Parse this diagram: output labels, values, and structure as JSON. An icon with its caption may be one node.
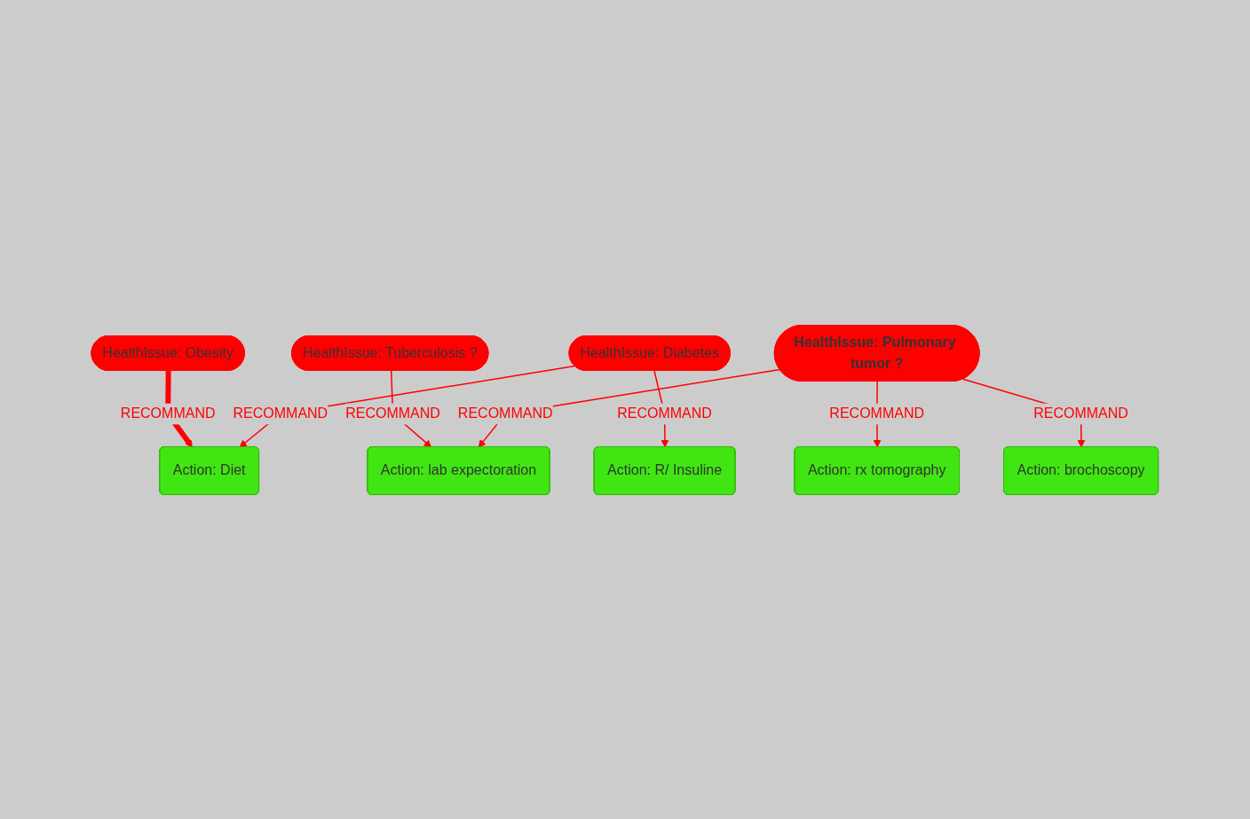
{
  "diagram": {
    "nodes": [
      {
        "text": [
          "HealthIssue: Obesity"
        ]
      },
      {
        "text": [
          "HealthIssue: Tuberculosis ?"
        ]
      },
      {
        "text": [
          "Action: Diet"
        ]
      },
      {
        "text": [
          "Action: lab expectoration"
        ]
      },
      {
        "text": [
          "Action: R/ Insuline"
        ]
      },
      {
        "text": [
          "HealthIssue: Diabetes"
        ]
      },
      {
        "text": [
          "HealthIssue: Pulmonary tumor ?"
        ]
      },
      {
        "text": [
          "Action: rx tomography"
        ]
      },
      {
        "text": [
          "Action: brochoscopy"
        ]
      }
    ],
    "edges": [
      {
        "from": 0,
        "to": 2,
        "arrow": "to",
        "label": "RECOMMAND",
        "style": "thick"
      },
      {
        "from": 1,
        "to": 3,
        "arrow": "to",
        "label": "RECOMMAND"
      },
      {
        "from": 5,
        "to": 2,
        "arrow": "to",
        "label": "RECOMMAND"
      },
      {
        "from": 5,
        "to": 4,
        "arrow": "to",
        "label": "RECOMMAND"
      },
      {
        "from": 6,
        "to": 3,
        "arrow": "to",
        "label": "RECOMMAND"
      },
      {
        "from": 6,
        "to": 7,
        "arrow": "to",
        "label": "RECOMMAND"
      },
      {
        "from": 6,
        "to": 8,
        "arrow": "to",
        "label": "RECOMMAND"
      }
    ]
  }
}
